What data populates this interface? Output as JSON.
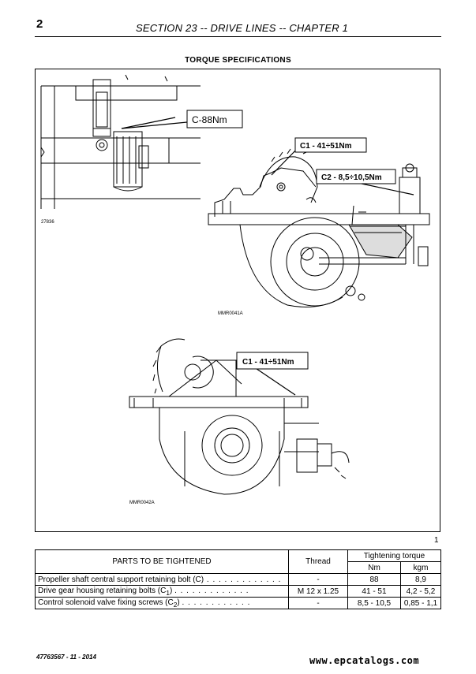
{
  "header": {
    "page_number": "2",
    "title": "SECTION 23 -- DRIVE LINES -- CHAPTER 1"
  },
  "section_heading": "TORQUE SPECIFICATIONS",
  "figure": {
    "number": "1",
    "callouts": {
      "c88": "C-88Nm",
      "c1_top": "C1 - 41÷51Nm",
      "c2": "C2 - 8,5÷10,5Nm",
      "c1_bottom": "C1 - 41÷51Nm"
    },
    "image_codes": {
      "detail": "27836",
      "top_drawing": "MMR0041A",
      "bottom_drawing": "MMR0042A"
    }
  },
  "table": {
    "headers": {
      "parts": "PARTS TO BE TIGHTENED",
      "thread": "Thread",
      "torque": "Tightening torque",
      "nm": "Nm",
      "kgm": "kgm"
    },
    "rows": [
      {
        "part": "Propeller shaft central support retaining bolt (C)",
        "sub": "",
        "thread": "-",
        "nm": "88",
        "kgm": "8,9"
      },
      {
        "part": "Drive gear housing retaining bolts (C",
        "sub": "1",
        "thread": "M 12 x 1.25",
        "nm": "41 - 51",
        "kgm": "4,2 - 5,2"
      },
      {
        "part": "Control solenoid valve fixing screws (C",
        "sub": "2",
        "thread": "-",
        "nm": "8,5 - 10,5",
        "kgm": "0,85 - 1,1"
      }
    ]
  },
  "footer": {
    "code": "47763567 - 11 - 2014",
    "site": "www.epcatalogs.com"
  }
}
